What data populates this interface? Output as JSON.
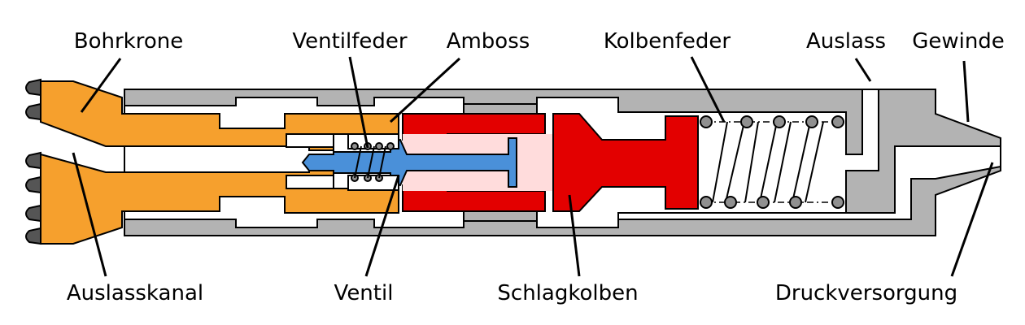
{
  "labels": {
    "bohrkrone": "Bohrkrone",
    "ventilfeder": "Ventilfeder",
    "amboss": "Amboss",
    "kolbenfeder": "Kolbenfeder",
    "auslass": "Auslass",
    "gewinde": "Gewinde",
    "auslasskanal": "Auslasskanal",
    "ventil": "Ventil",
    "schlagkolben": "Schlagkolben",
    "druckversorgung": "Druckversorgung"
  },
  "colors": {
    "housing": "#b3b3b3",
    "bit": "#f6a02d",
    "piston": "#e30000",
    "piston_light": "#ffdcdc",
    "valve": "#4a90d9",
    "teeth": "#555555",
    "spring_ball": "#909090",
    "outline": "#000000"
  }
}
